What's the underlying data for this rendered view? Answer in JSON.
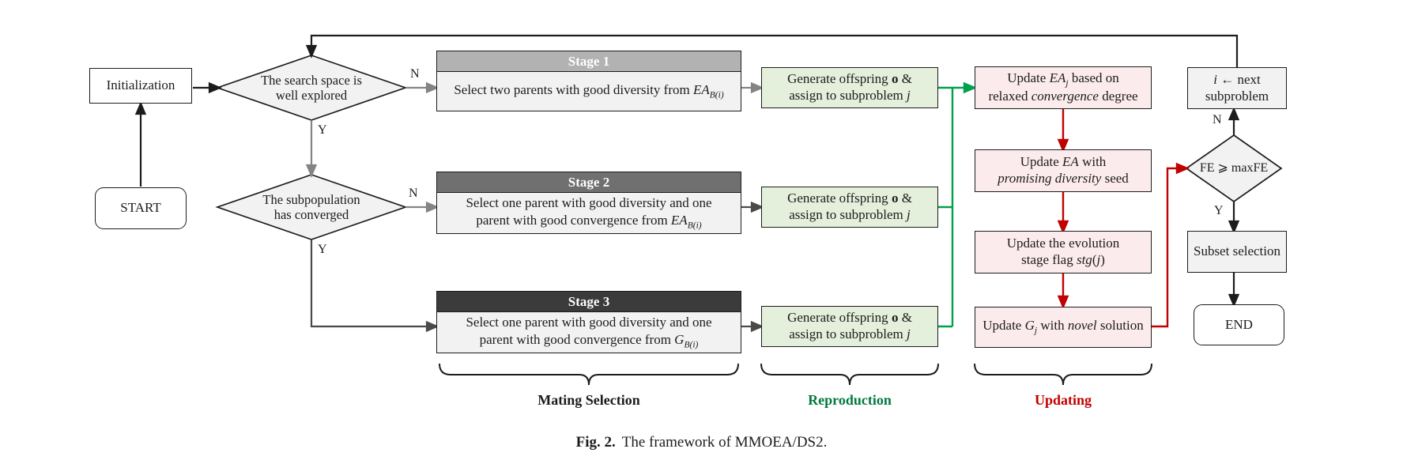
{
  "colors": {
    "reproduction_accent": "#00a14e",
    "reproduction_label": "#007a40",
    "updating_accent": "#c10000",
    "stage1_header": "#b2b2b2",
    "stage2_header": "#707070",
    "stage3_header": "#3b3b3b",
    "green_box_fill": "#e4f0dc",
    "pink_box_fill": "#fcebec",
    "gray_fill": "#f2f2f2"
  },
  "nodes": {
    "initialization": "Initialization",
    "start": "START",
    "end": "END",
    "subset_selection": "Subset selection",
    "fe_check": "FE ⩾ maxFE",
    "diamond_search": {
      "line1": "The search space is",
      "line2": "well explored"
    },
    "diamond_converged": {
      "line1": "The subpopulation",
      "line2": "has converged"
    },
    "stage1": {
      "header": "Stage 1",
      "body_pre": "Select two parents with good diversity from ",
      "var": "EA",
      "sub": "B(i)"
    },
    "stage2": {
      "header": "Stage 2",
      "line1": "Select one parent with good diversity and one",
      "line2_pre": "parent with good convergence from ",
      "var": "EA",
      "sub": "B(i)"
    },
    "stage3": {
      "header": "Stage 3",
      "line1": "Select one parent with good diversity and one",
      "line2_pre": "parent with good convergence from ",
      "var": "G",
      "sub": "B(i)"
    },
    "offspring": {
      "l1a": "Generate offspring ",
      "l1b": "o",
      "l1c": " &",
      "l2a": "assign to subproblem ",
      "l2b": "j"
    },
    "update1": {
      "l1a": "Update ",
      "l1b": "EA",
      "l1sub": "j",
      "l1c": " based on",
      "l2a": "relaxed ",
      "l2b": "convergence",
      "l2c": " degree"
    },
    "update2": {
      "l1a": "Update ",
      "l1b": "EA",
      "l1c": " with",
      "l2a": "promising diversity",
      "l2b": " seed"
    },
    "update3": {
      "l1": "Update the evolution",
      "l2a": "stage flag ",
      "l2b": "stg",
      "l2c": "(",
      "l2d": "j",
      "l2e": ")"
    },
    "update4": {
      "a": "Update ",
      "b": "G",
      "sub": "j",
      "c": " with ",
      "d": "novel",
      "e": " solution"
    },
    "next_subproblem": {
      "l1a": "i",
      "l1b": " ← next",
      "l2": "subproblem"
    }
  },
  "edge_labels": {
    "n": "N",
    "y": "Y"
  },
  "braces": {
    "mating": "Mating Selection",
    "reproduction": "Reproduction",
    "updating": "Updating"
  },
  "caption": {
    "prefix": "Fig. 2.",
    "text": "The framework of MMOEA/DS2."
  }
}
